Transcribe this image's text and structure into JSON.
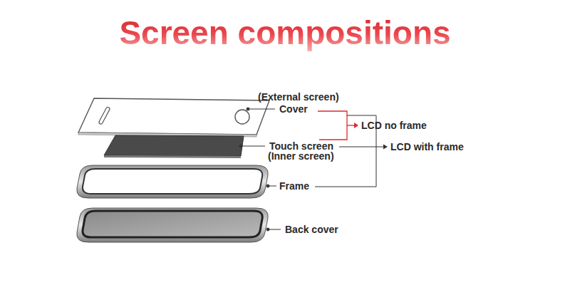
{
  "diagram": {
    "title": "Screen compositions",
    "labels": [
      "(External screen)",
      "Cover",
      "LCD no frame",
      "Touch screen",
      "(Inner screen)",
      "LCD with frame",
      "Frame",
      "Back cover"
    ]
  }
}
